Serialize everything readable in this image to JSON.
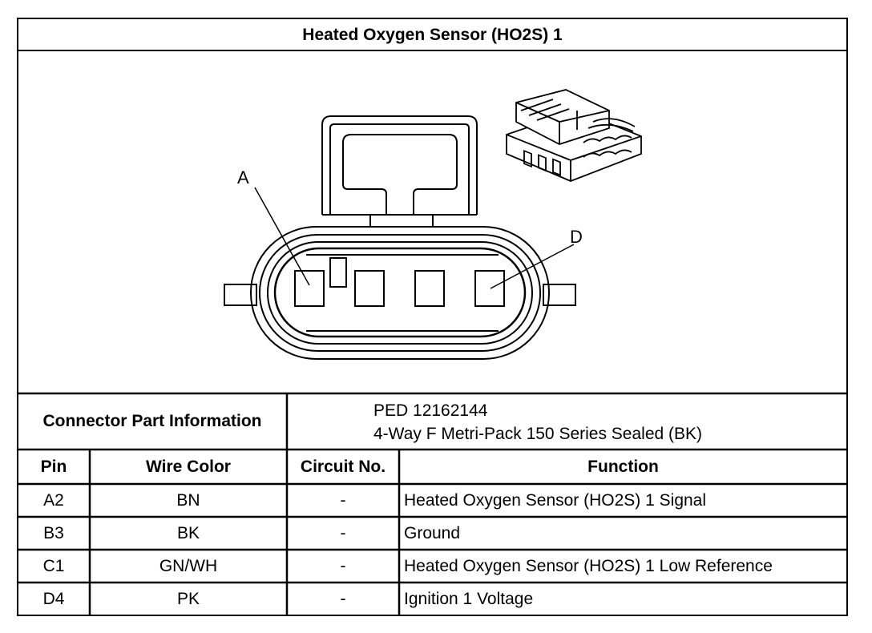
{
  "title": "Heated Oxygen Sensor (HO2S) 1",
  "diagram": {
    "pin_labels": [
      "A",
      "D"
    ]
  },
  "connector_info": {
    "label": "Connector Part Information",
    "part_number": "PED 12162144",
    "description": "4-Way F Metri-Pack 150 Series Sealed (BK)"
  },
  "table": {
    "headers": [
      "Pin",
      "Wire Color",
      "Circuit No.",
      "Function"
    ],
    "rows": [
      {
        "pin": "A2",
        "wire_color": "BN",
        "circuit": "-",
        "function": "Heated Oxygen Sensor (HO2S) 1 Signal"
      },
      {
        "pin": "B3",
        "wire_color": "BK",
        "circuit": "-",
        "function": "Ground"
      },
      {
        "pin": "C1",
        "wire_color": "GN/WH",
        "circuit": "-",
        "function": "Heated Oxygen Sensor (HO2S) 1 Low Reference"
      },
      {
        "pin": "D4",
        "wire_color": "PK",
        "circuit": "-",
        "function": "Ignition 1 Voltage"
      }
    ]
  }
}
